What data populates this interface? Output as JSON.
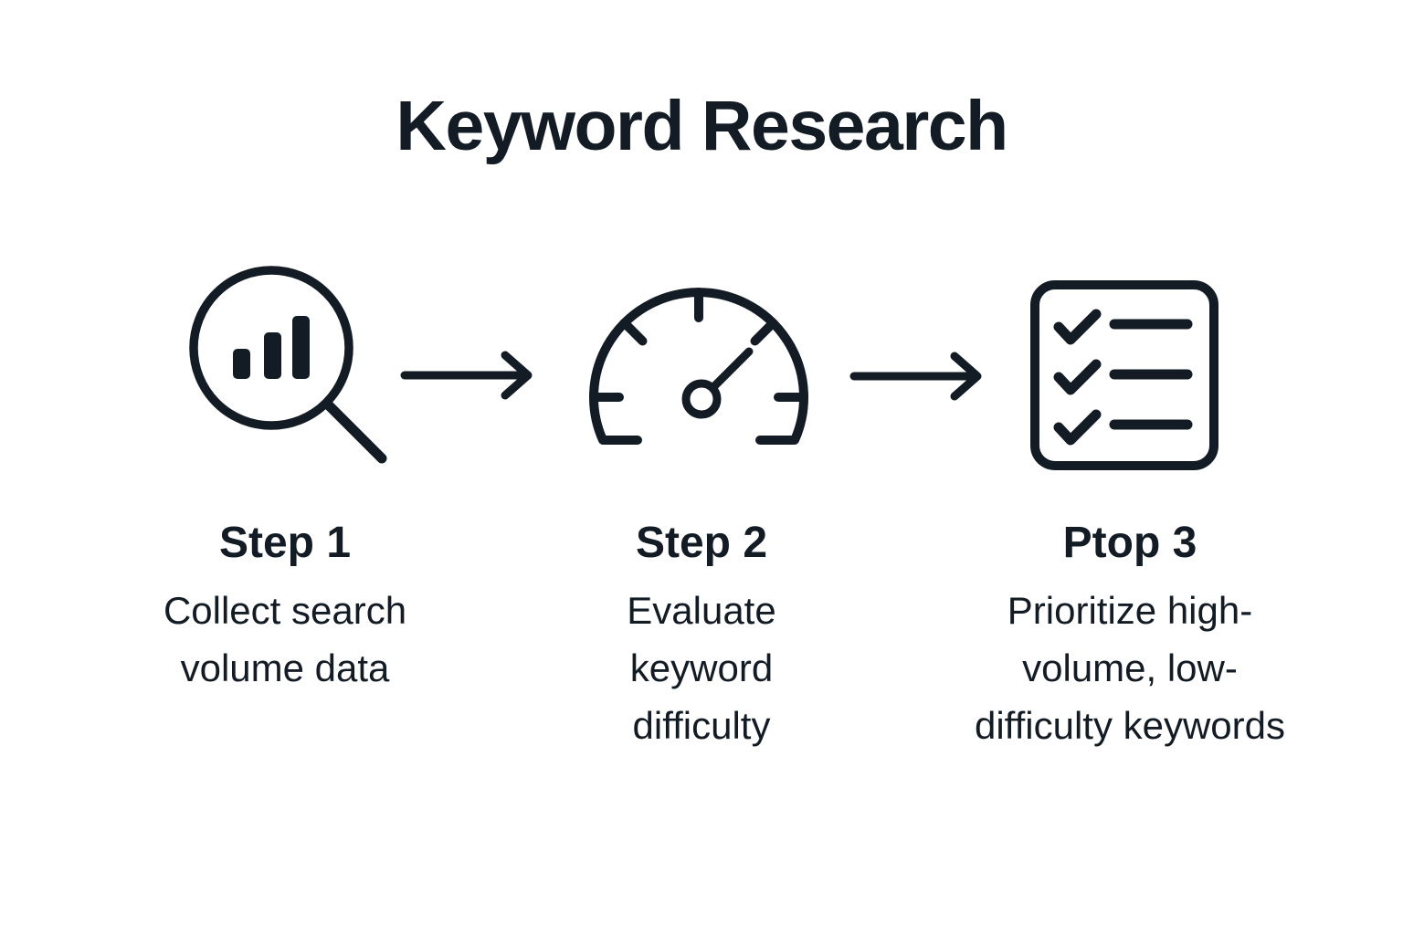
{
  "title": "Keyword Research",
  "colors": {
    "ink": "#131c24",
    "background": "#ffffff"
  },
  "steps": [
    {
      "label": "Step 1",
      "icon": "magnifier-bar-chart-icon",
      "description_lines": [
        "Collect search",
        "volume data"
      ]
    },
    {
      "label": "Step 2",
      "icon": "speedometer-icon",
      "description_lines": [
        "Evaluate",
        "keyword",
        "difficulty"
      ]
    },
    {
      "label": "Ptop 3",
      "icon": "checklist-icon",
      "description_lines": [
        "Prioritize high-",
        "volume, low-",
        "difficulty keywords"
      ]
    }
  ],
  "connectors": [
    {
      "icon": "arrow-right-icon"
    },
    {
      "icon": "arrow-right-icon"
    }
  ]
}
